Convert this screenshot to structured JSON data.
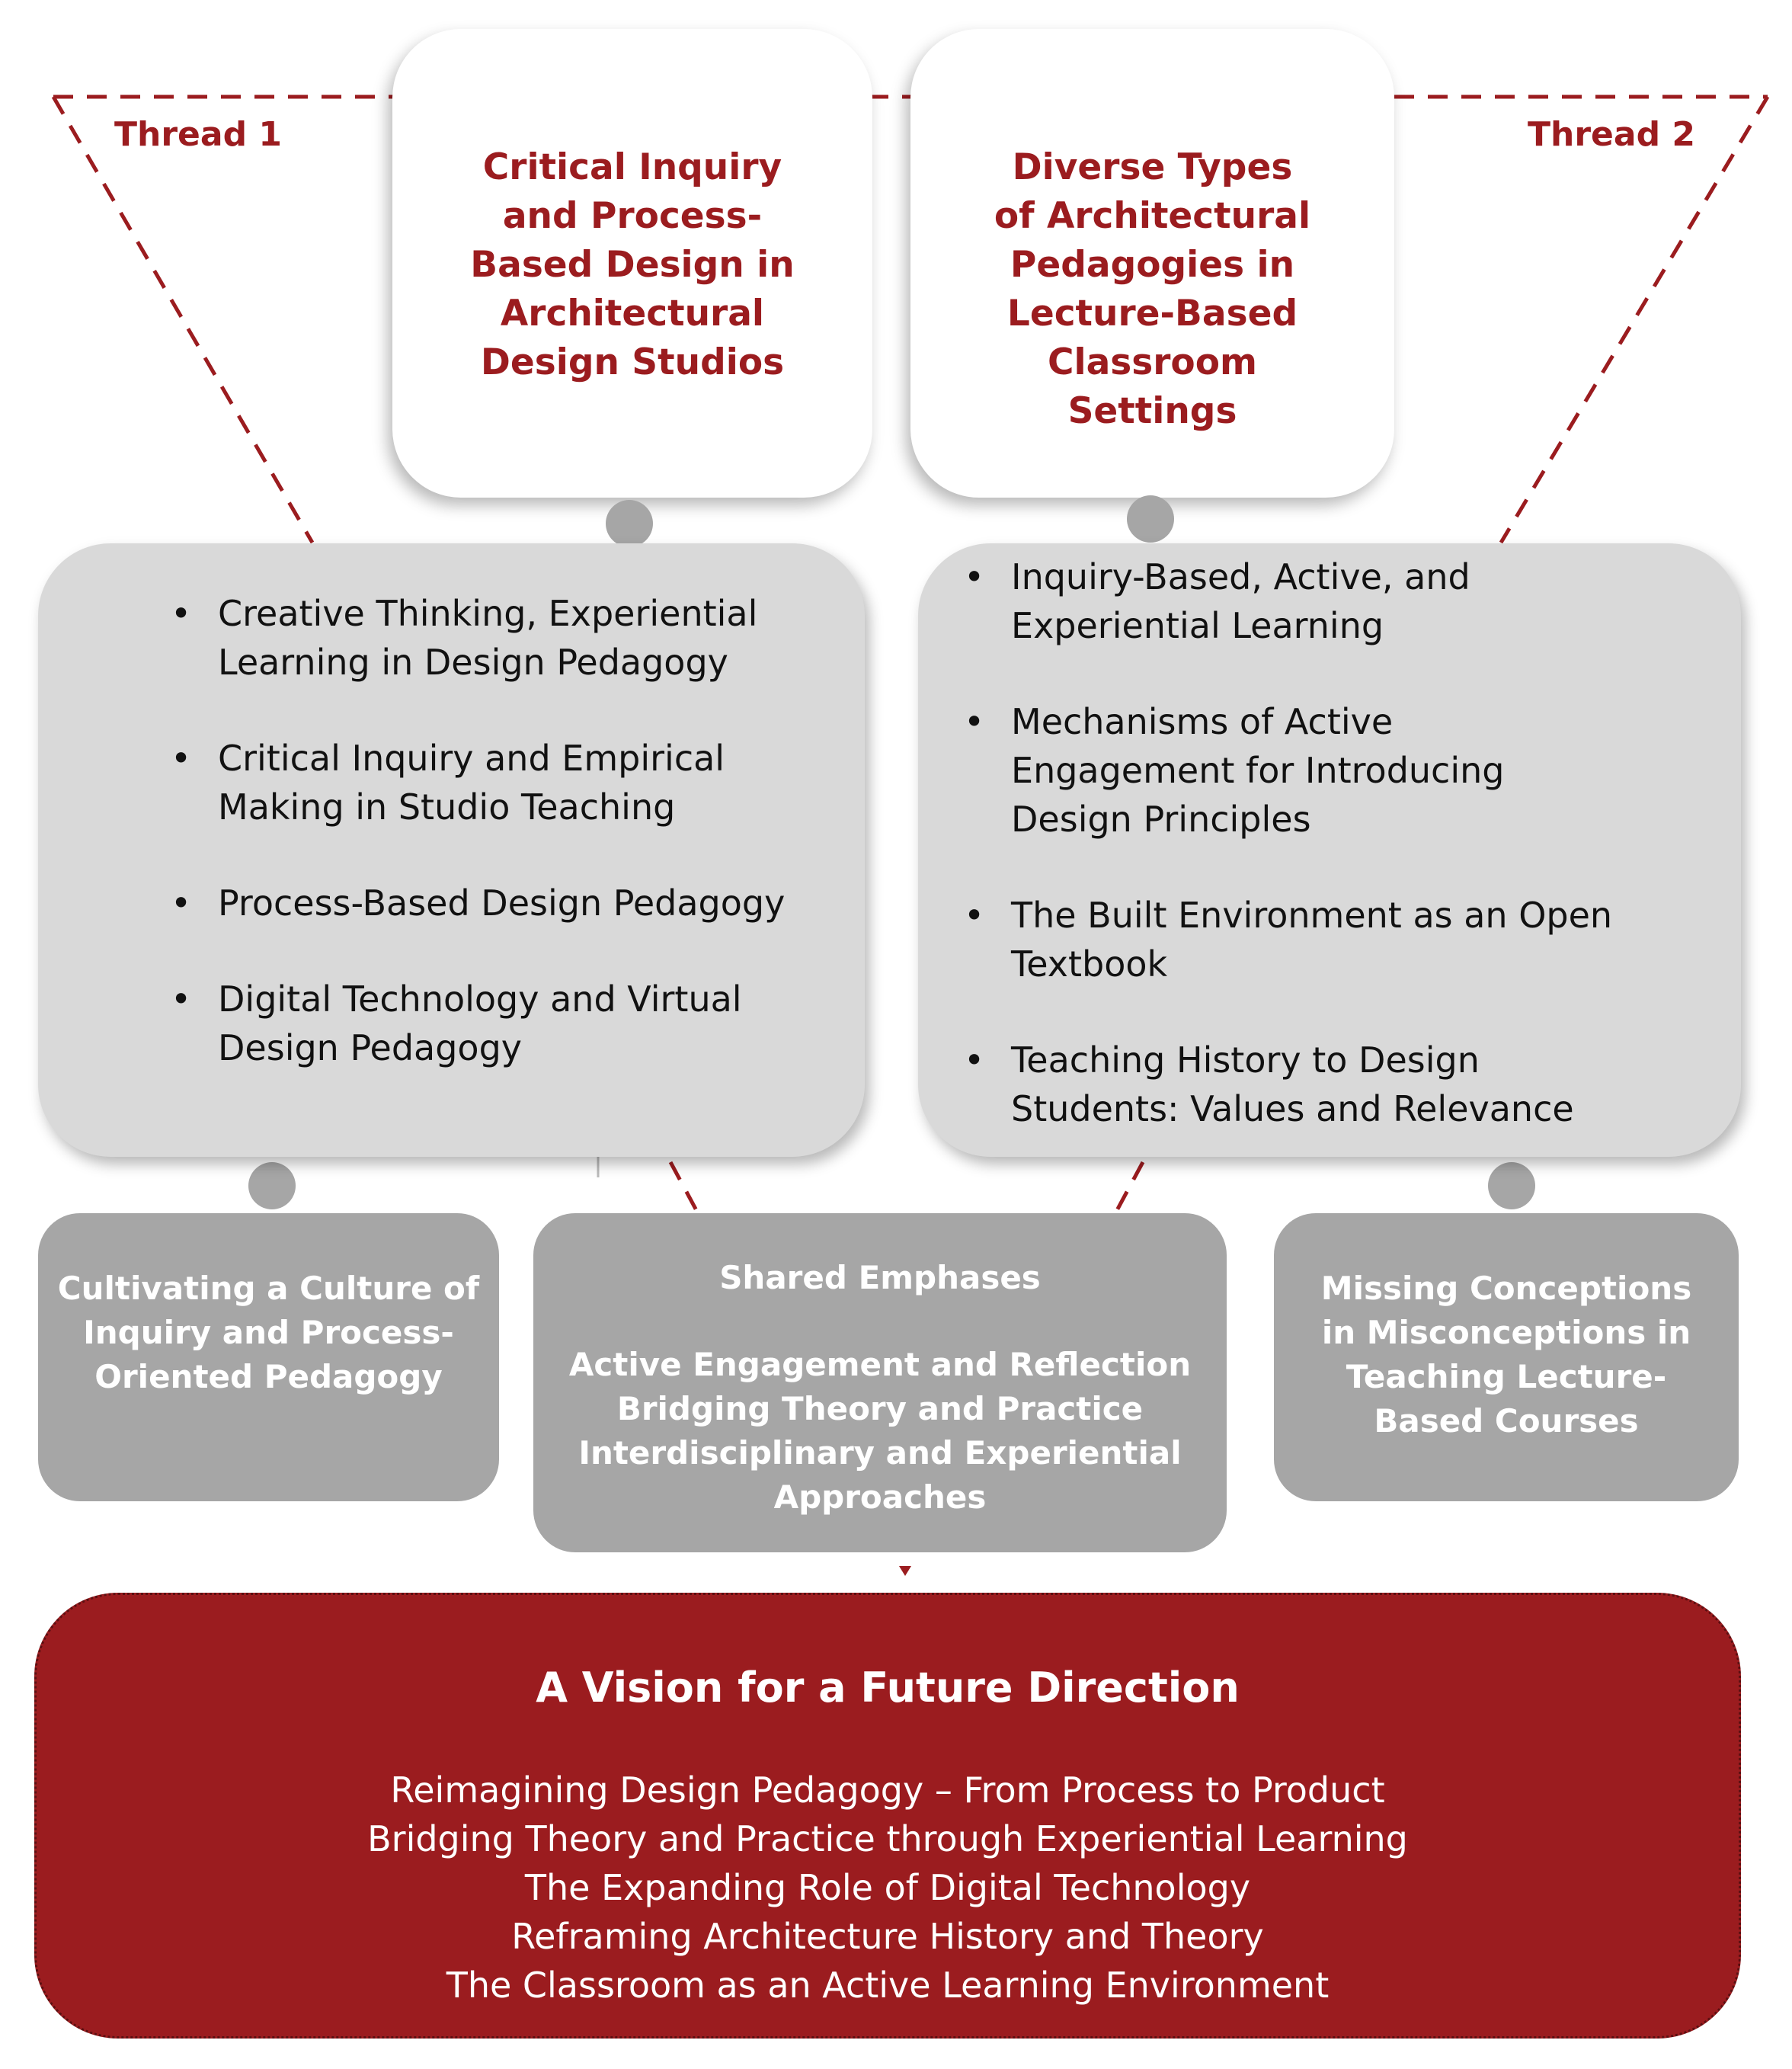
{
  "colors": {
    "accent_red": "#9b1c1f",
    "light_gray": "#d9d9d9",
    "mid_gray": "#a6a6a6"
  },
  "threads": {
    "thread1": "Thread 1",
    "thread2": "Thread 2"
  },
  "top_boxes": {
    "left": "Critical Inquiry\nand Process-\nBased Design in\nArchitectural\nDesign Studios",
    "right": "Diverse Types\nof Architectural\nPedagogies in\nLecture-Based\nClassroom\nSettings"
  },
  "left_list": [
    "Creative Thinking, Experiential\nLearning in Design Pedagogy",
    "Critical Inquiry and Empirical\nMaking in Studio Teaching",
    "Process-Based Design Pedagogy",
    "Digital Technology and Virtual\nDesign Pedagogy"
  ],
  "right_list": [
    "Inquiry-Based, Active, and\nExperiential Learning",
    "Mechanisms of Active\nEngagement for Introducing\nDesign Principles",
    "The Built Environment as an Open\nTextbook",
    "Teaching History to Design\nStudents: Values and Relevance"
  ],
  "bottom_boxes": {
    "left": "Cultivating a Culture of\nInquiry and Process-\nOriented Pedagogy",
    "center_title": "Shared Emphases",
    "center_items": "Active Engagement and Reflection\nBridging Theory and Practice\nInterdisciplinary and Experiential\nApproaches",
    "right": "Missing Conceptions\nin Misconceptions in\nTeaching Lecture-\nBased Courses"
  },
  "vision": {
    "title": "A Vision for a Future Direction",
    "items": [
      "Reimagining Design Pedagogy – From Process to Product",
      "Bridging Theory and Practice through Experiential Learning",
      "The Expanding Role of Digital Technology",
      "Reframing Architecture History and Theory",
      "The Classroom as an Active Learning Environment"
    ]
  }
}
